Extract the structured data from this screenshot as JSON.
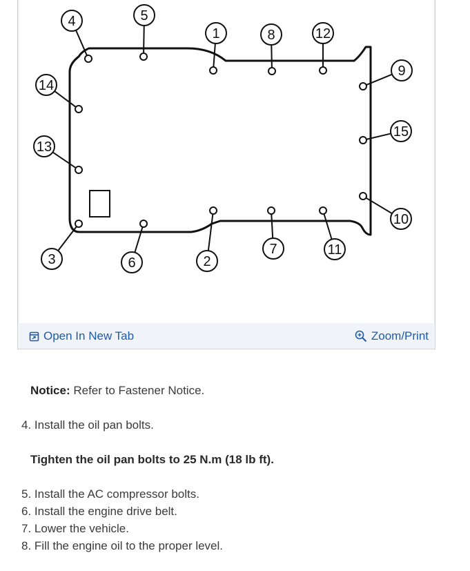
{
  "figure": {
    "open_tab_label": "Open In New Tab",
    "zoom_label": "Zoom/Print",
    "open_tab_icon": "external-tab-icon",
    "zoom_icon": "zoom-magnifier-icon",
    "link_color": "#1f5ba8",
    "callouts": [
      "4",
      "5",
      "1",
      "8",
      "12",
      "14",
      "9",
      "15",
      "13",
      "10",
      "3",
      "6",
      "2",
      "7",
      "11"
    ]
  },
  "notice": {
    "label": "Notice:",
    "text": " Refer to Fastener Notice."
  },
  "steps": [
    {
      "number": "4.",
      "text": " Install the oil pan bolts."
    },
    {
      "number": "5.",
      "text": " Install the AC compressor bolts."
    },
    {
      "number": "6.",
      "text": " Install the engine drive belt."
    },
    {
      "number": "7.",
      "text": " Lower the vehicle."
    },
    {
      "number": "8.",
      "text": " Fill the engine oil to the proper level."
    }
  ],
  "tighten": {
    "text": "Tighten the oil pan bolts to 25 N.m (18 lb ft)."
  }
}
